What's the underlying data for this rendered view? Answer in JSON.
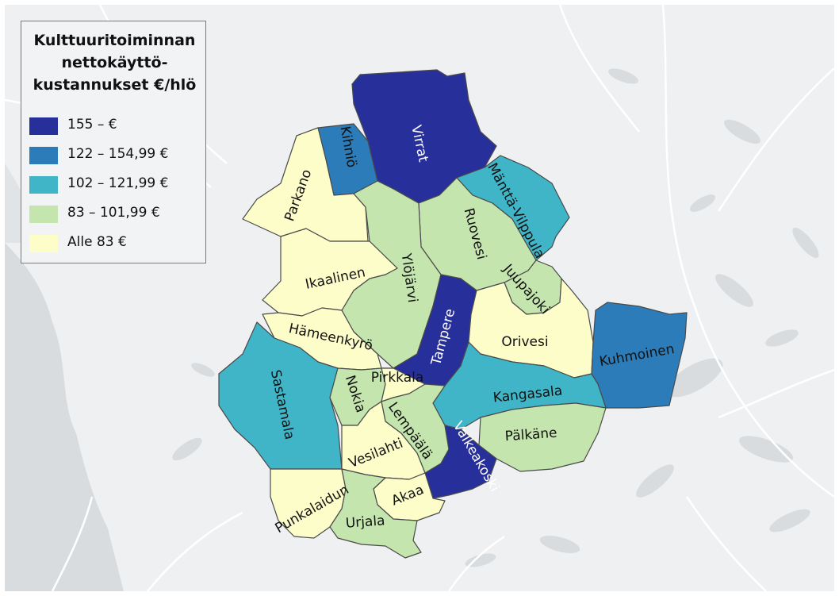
{
  "legend": {
    "title_lines": [
      "Kulttuuritoiminnan",
      "nettokäyttö-",
      "kustannukset €/hlö"
    ],
    "classes": [
      {
        "label": "155 – €",
        "color": "#27309a"
      },
      {
        "label": "122 – 154,99 €",
        "color": "#2c7cb9"
      },
      {
        "label": "102 – 121,99 €",
        "color": "#40b5c8"
      },
      {
        "label": "83 – 101,99 €",
        "color": "#c5e5ae"
      },
      {
        "label": "Alle 83 €",
        "color": "#fdfdca"
      }
    ]
  },
  "municipalities": [
    {
      "name": "Virrat",
      "class": 0
    },
    {
      "name": "Kihniö",
      "class": 1
    },
    {
      "name": "Parkano",
      "class": 4
    },
    {
      "name": "Mänttä-Vilppula",
      "class": 2
    },
    {
      "name": "Ruovesi",
      "class": 3
    },
    {
      "name": "Ylöjärvi",
      "class": 3
    },
    {
      "name": "Ikaalinen",
      "class": 4
    },
    {
      "name": "Juupajoki",
      "class": 3
    },
    {
      "name": "Tampere",
      "class": 0
    },
    {
      "name": "Orivesi",
      "class": 4
    },
    {
      "name": "Kuhmoinen",
      "class": 1
    },
    {
      "name": "Hämeenkyrö",
      "class": 4
    },
    {
      "name": "Sastamala",
      "class": 2
    },
    {
      "name": "Nokia",
      "class": 3
    },
    {
      "name": "Pirkkala",
      "class": 4
    },
    {
      "name": "Kangasala",
      "class": 2
    },
    {
      "name": "Lempäälä",
      "class": 3
    },
    {
      "name": "Pälkäne",
      "class": 3
    },
    {
      "name": "Vesilahti",
      "class": 4
    },
    {
      "name": "Valkeakoski",
      "class": 0
    },
    {
      "name": "Akaa",
      "class": 4
    },
    {
      "name": "Punkalaidun",
      "class": 4
    },
    {
      "name": "Urjala",
      "class": 3
    }
  ],
  "colors": {
    "basemap_land": "#eef0f2",
    "basemap_water": "#d9dcdf",
    "basemap_roads": "#ffffff",
    "region_border": "#4a4a4a"
  }
}
